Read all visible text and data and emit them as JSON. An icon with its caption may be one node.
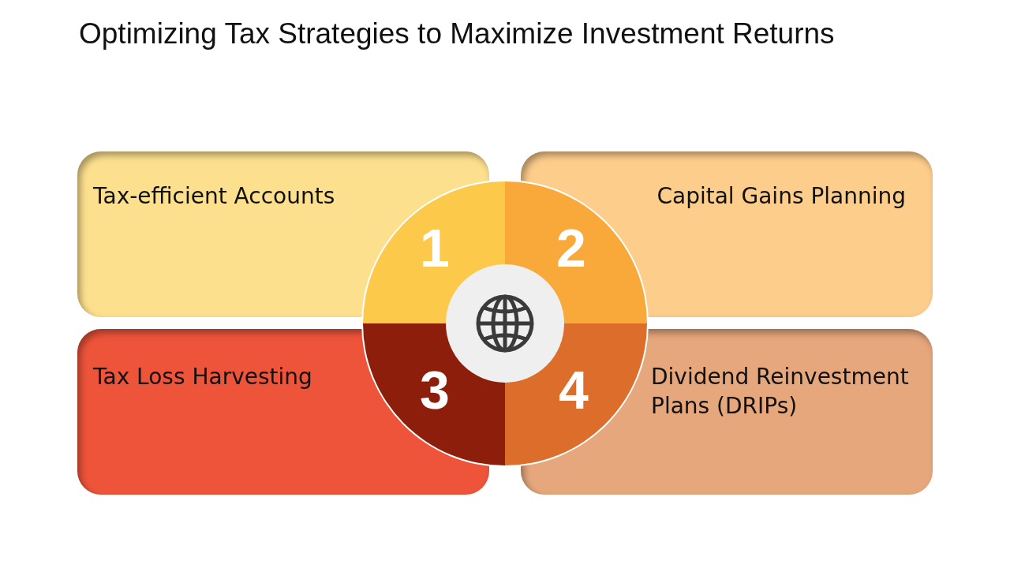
{
  "diagram": {
    "title": "Optimizing Tax Strategies to Maximize Investment Returns",
    "nodes": [
      {
        "text": [
          "Tax-efficient Accounts"
        ]
      },
      {
        "text": [
          "Capital Gains Planning"
        ]
      },
      {
        "text": [
          "Tax Loss Harvesting"
        ]
      },
      {
        "text": [
          "Dividend Reinvestment Plans (DRIPs)"
        ]
      },
      {
        "text": [
          "1"
        ]
      },
      {
        "text": [
          "2"
        ]
      },
      {
        "text": [
          "3"
        ]
      },
      {
        "text": [
          "4"
        ]
      }
    ],
    "edges": []
  }
}
